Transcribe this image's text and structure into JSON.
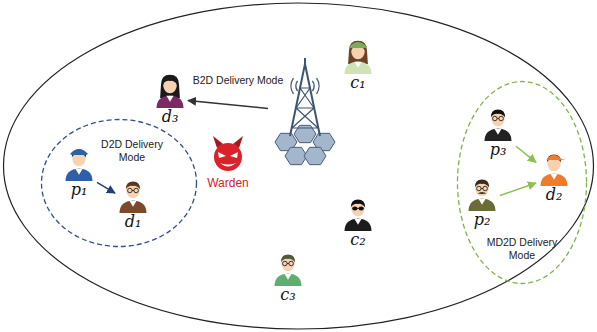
{
  "diagram": {
    "nodes": [
      {
        "text": [
          "d₃"
        ]
      },
      {
        "text": [
          "c₁"
        ]
      },
      {
        "text": []
      },
      {
        "text": [
          "D2D Delivery Mode"
        ]
      },
      {
        "text": [
          "p₁"
        ],
        "in": 3
      },
      {
        "text": [
          "d₁"
        ],
        "in": 3
      },
      {
        "text": [
          "Warden"
        ]
      },
      {
        "text": [
          "MD2D Delivery Mode"
        ]
      },
      {
        "text": [
          "p₃"
        ],
        "in": 7
      },
      {
        "text": [
          "d₂"
        ],
        "in": 7
      },
      {
        "text": [
          "p₂"
        ],
        "in": 7
      },
      {
        "text": [
          "c₂"
        ]
      },
      {
        "text": [
          "c₃"
        ]
      }
    ],
    "edges": [
      {
        "from": 2,
        "to": 0,
        "arrow": "to",
        "label": "B2D Delivery Mode"
      },
      {
        "from": 4,
        "to": 5,
        "arrow": "to"
      },
      {
        "from": 8,
        "to": 9,
        "arrow": "to"
      },
      {
        "from": 10,
        "to": 9,
        "arrow": "to"
      }
    ]
  }
}
